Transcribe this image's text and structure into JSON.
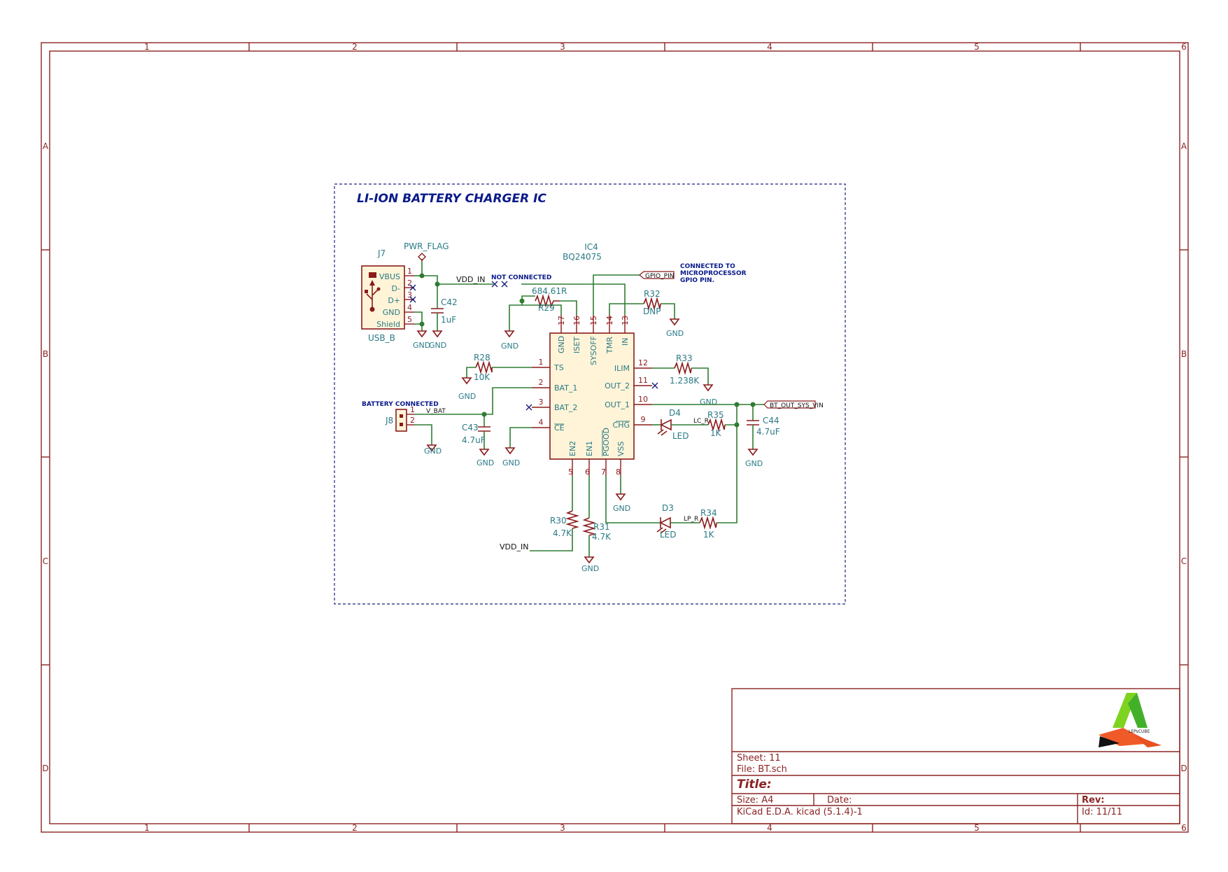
{
  "sheet": {
    "col_labels": [
      "1",
      "2",
      "3",
      "4",
      "5",
      "6"
    ],
    "row_labels": [
      "A",
      "B",
      "C",
      "D"
    ],
    "border_color": "#8b2323",
    "wire_color": "#2e7d32"
  },
  "block": {
    "title": "LI-ION BATTERY CHARGER IC",
    "notes": {
      "not_connected": "NOT CONNECTED",
      "connected_to_1": "CONNECTED TO",
      "connected_to_2": "MICROPROCESSOR",
      "connected_to_3": "GPIO PIN.",
      "battery_connected": "BATTERY CONNECTED"
    }
  },
  "components": {
    "j7": {
      "ref": "J7",
      "value": "USB_B",
      "pins": [
        {
          "name": "VBUS",
          "num": "1"
        },
        {
          "name": "D-",
          "num": "2"
        },
        {
          "name": "D+",
          "num": "3"
        },
        {
          "name": "GND",
          "num": "4"
        },
        {
          "name": "Shield",
          "num": "5"
        }
      ]
    },
    "pwr_flag": "PWR_FLAG",
    "c42": {
      "ref": "C42",
      "value": "1uF"
    },
    "ic4": {
      "ref": "IC4",
      "value": "BQ24075",
      "top_pins": [
        {
          "name": "GND",
          "num": "17"
        },
        {
          "name": "ISET",
          "num": "16"
        },
        {
          "name": "SYSOFF",
          "num": "15"
        },
        {
          "name": "TMR",
          "num": "14"
        },
        {
          "name": "IN",
          "num": "13"
        }
      ],
      "left_pins": [
        {
          "name": "TS",
          "num": "1"
        },
        {
          "name": "BAT_1",
          "num": "2"
        },
        {
          "name": "BAT_2",
          "num": "3"
        },
        {
          "name": "CE",
          "num": "4"
        }
      ],
      "right_pins": [
        {
          "name": "ILIM",
          "num": "12"
        },
        {
          "name": "OUT_2",
          "num": "11"
        },
        {
          "name": "OUT_1",
          "num": "10"
        },
        {
          "name": "CHG",
          "num": "9"
        }
      ],
      "bottom_pins": [
        {
          "name": "EN2",
          "num": "5"
        },
        {
          "name": "EN1",
          "num": "6"
        },
        {
          "name": "PGOOD",
          "num": "7"
        },
        {
          "name": "VSS",
          "num": "8"
        }
      ]
    },
    "r29": {
      "ref": "R29",
      "value": "684.61R"
    },
    "r32": {
      "ref": "R32",
      "value": "DNP"
    },
    "r28": {
      "ref": "R28",
      "value": "10K"
    },
    "r33": {
      "ref": "R33",
      "value": "1.238K"
    },
    "d4": {
      "ref": "D4",
      "value": "LED"
    },
    "r35": {
      "ref": "R35",
      "value": "1K"
    },
    "c44": {
      "ref": "C44",
      "value": "4.7uF"
    },
    "j8": {
      "ref": "J8",
      "pins": [
        "1",
        "2"
      ]
    },
    "c43": {
      "ref": "C43",
      "value": "4.7uF"
    },
    "r30": {
      "ref": "R30",
      "value": "4.7K"
    },
    "r31": {
      "ref": "R31",
      "value": "4.7K"
    },
    "d3": {
      "ref": "D3",
      "value": "LED"
    },
    "r34": {
      "ref": "R34",
      "value": "1K"
    }
  },
  "nets": {
    "gnd": "GND",
    "vdd_in": "VDD_IN",
    "v_bat": "V_BAT",
    "lc_r": "LC_R",
    "lp_r": "LP_R",
    "gpio_pin": "GPIO_PIN",
    "bt_out": "BT_OUT_SYS_VIN"
  },
  "title_block": {
    "sheet": "Sheet: 11",
    "file": "File: BT.sch",
    "title": "Title:",
    "size": "Size: A4",
    "date": "Date:",
    "rev": "Rev:",
    "tool": "KiCad E.D.A.  kicad (5.1.4)-1",
    "id": "Id: 11/11",
    "logo_text": "LEPsCUBE"
  }
}
